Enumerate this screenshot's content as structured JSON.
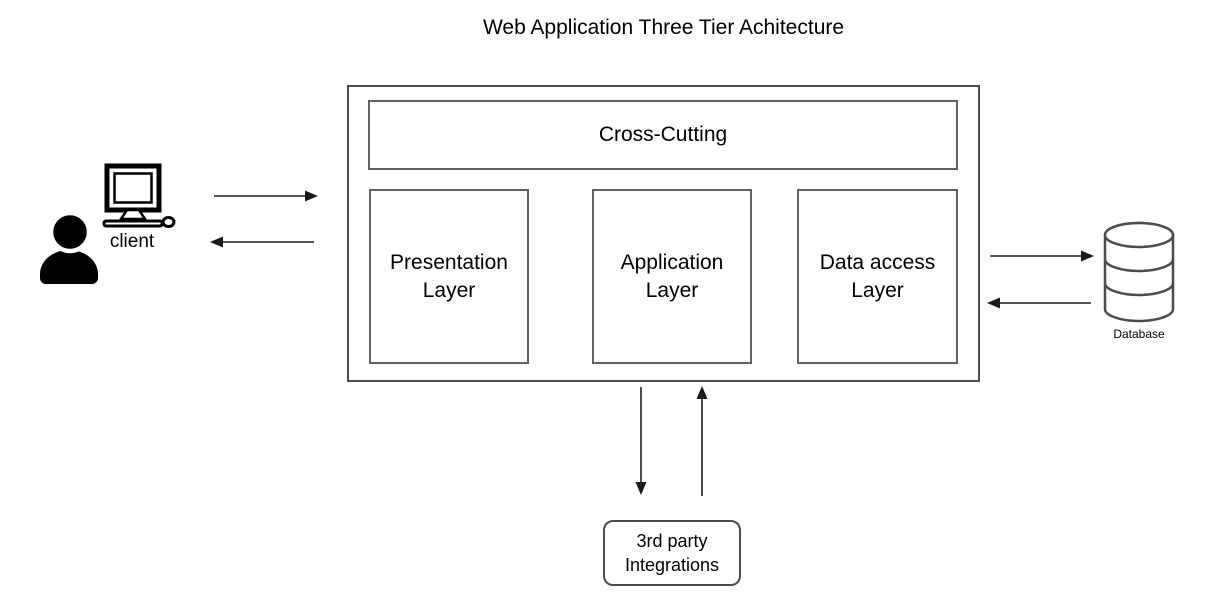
{
  "title": "Web Application Three Tier Achitecture",
  "colors": {
    "background": "#ffffff",
    "outer_border": "#4d4d4d",
    "inner_border": "#616161",
    "arrow": "#3b3b3b",
    "icon": "#000000",
    "text": "#000000"
  },
  "client": {
    "label": "client",
    "icons": [
      "person-icon",
      "workstation-icon"
    ]
  },
  "tier_container": {
    "cross_cutting_label": "Cross-Cutting",
    "layers": [
      {
        "id": "presentation-layer",
        "label": "Presentation Layer"
      },
      {
        "id": "application-layer",
        "label": "Application Layer"
      },
      {
        "id": "data-access-layer",
        "label": "Data access Layer"
      }
    ]
  },
  "integrations": {
    "label": "3rd party Integrations"
  },
  "database": {
    "label": "Database",
    "icon": "database-icon"
  },
  "edges": [
    {
      "from": "client",
      "to": "tier-container",
      "direction": "right"
    },
    {
      "from": "tier-container",
      "to": "client",
      "direction": "left"
    },
    {
      "from": "data-access-layer",
      "to": "database",
      "direction": "right"
    },
    {
      "from": "database",
      "to": "data-access-layer",
      "direction": "left"
    },
    {
      "from": "application-layer",
      "to": "third-party-integrations",
      "direction": "down"
    },
    {
      "from": "third-party-integrations",
      "to": "application-layer",
      "direction": "up"
    }
  ]
}
